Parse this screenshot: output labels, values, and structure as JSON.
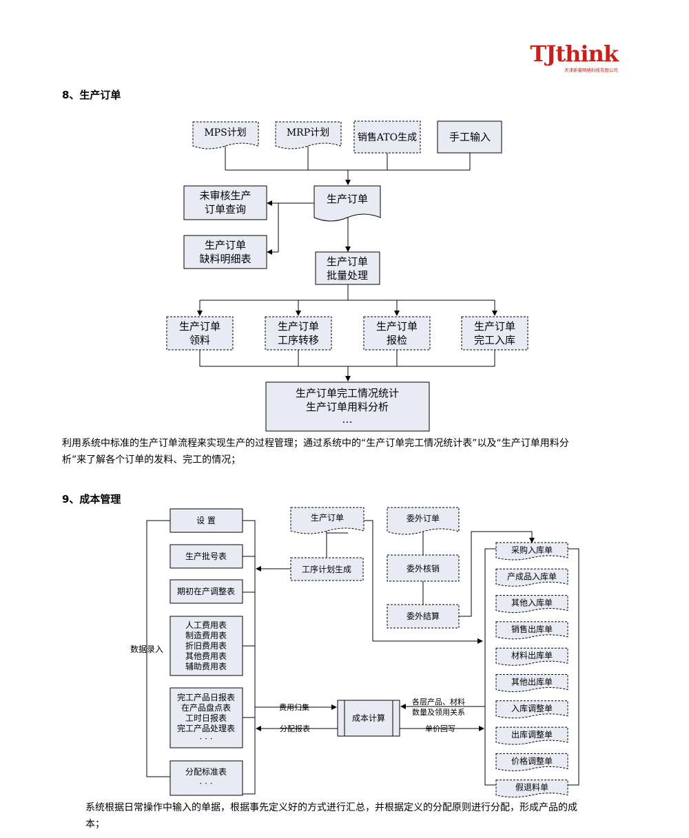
{
  "logo": {
    "brand": "TJthink",
    "company": "天津新睿网络科技有限公司"
  },
  "section8": {
    "heading": "8、生产订单",
    "sources": [
      "MPS计划",
      "MRP计划",
      "销售ATO生成",
      "手工输入"
    ],
    "order": "生产订单",
    "unreviewed": [
      "未审核生产",
      "订单查询"
    ],
    "shortage": [
      "生产订单",
      "缺料明细表"
    ],
    "batch": [
      "生产订单",
      "批量处理"
    ],
    "ops": [
      [
        "生产订单",
        "领料"
      ],
      [
        "生产订单",
        "工序转移"
      ],
      [
        "生产订单",
        "报检"
      ],
      [
        "生产订单",
        "完工入库"
      ]
    ],
    "stats": [
      "生产订单完工情况统计",
      "生产订单用料分析",
      "…"
    ],
    "para_line1": "利用系统中标准的生产订单流程来实现生产的过程管理；通过系统中的“生产订单完工情况统计表”以及“生产订单用料分",
    "para_line2": "析”来了解各个订单的发料、完工的情况；"
  },
  "section9": {
    "heading": "9、成本管理",
    "left_boxes": {
      "setup": "设    置",
      "batch_no": "生产批号表",
      "wip_adjust": "期初在产调整表",
      "expenses": [
        "人工费用表",
        "制造费用表",
        "折旧费用表",
        "其他费用表",
        "辅助费用表"
      ],
      "reports": [
        "完工产品日报表",
        "在产品盘点表",
        "工时日报表",
        "完工产品处理表",
        "· · ·"
      ],
      "alloc": [
        "分配标准表",
        "· · ·"
      ]
    },
    "data_entry": "数据录入",
    "production_order": "生产订单",
    "process_plan": "工序计划生成",
    "outsource_order": "委外订单",
    "outsource_verify": "委外核销",
    "outsource_settle": "委外结算",
    "cost_calc": "成本计算",
    "expense_collect": "费用归集",
    "alloc_report": "分配报表",
    "relation": [
      "各层产品、材料",
      "数量及领用关系"
    ],
    "price_writeback": "单价回写",
    "right_docs": [
      "采购入库单",
      "产成品入库单",
      "其他入库单",
      "销售出库单",
      "材料出库单",
      "其他出库单",
      "入库调整单",
      "出库调整单",
      "价格调整单",
      "假退料单"
    ],
    "para_line1": "系统根据日常操作中输入的单据，根据事先定义好的方式进行汇总，并根据定义的分配原则进行分配，形成产品的成",
    "para_line2": "本；"
  }
}
